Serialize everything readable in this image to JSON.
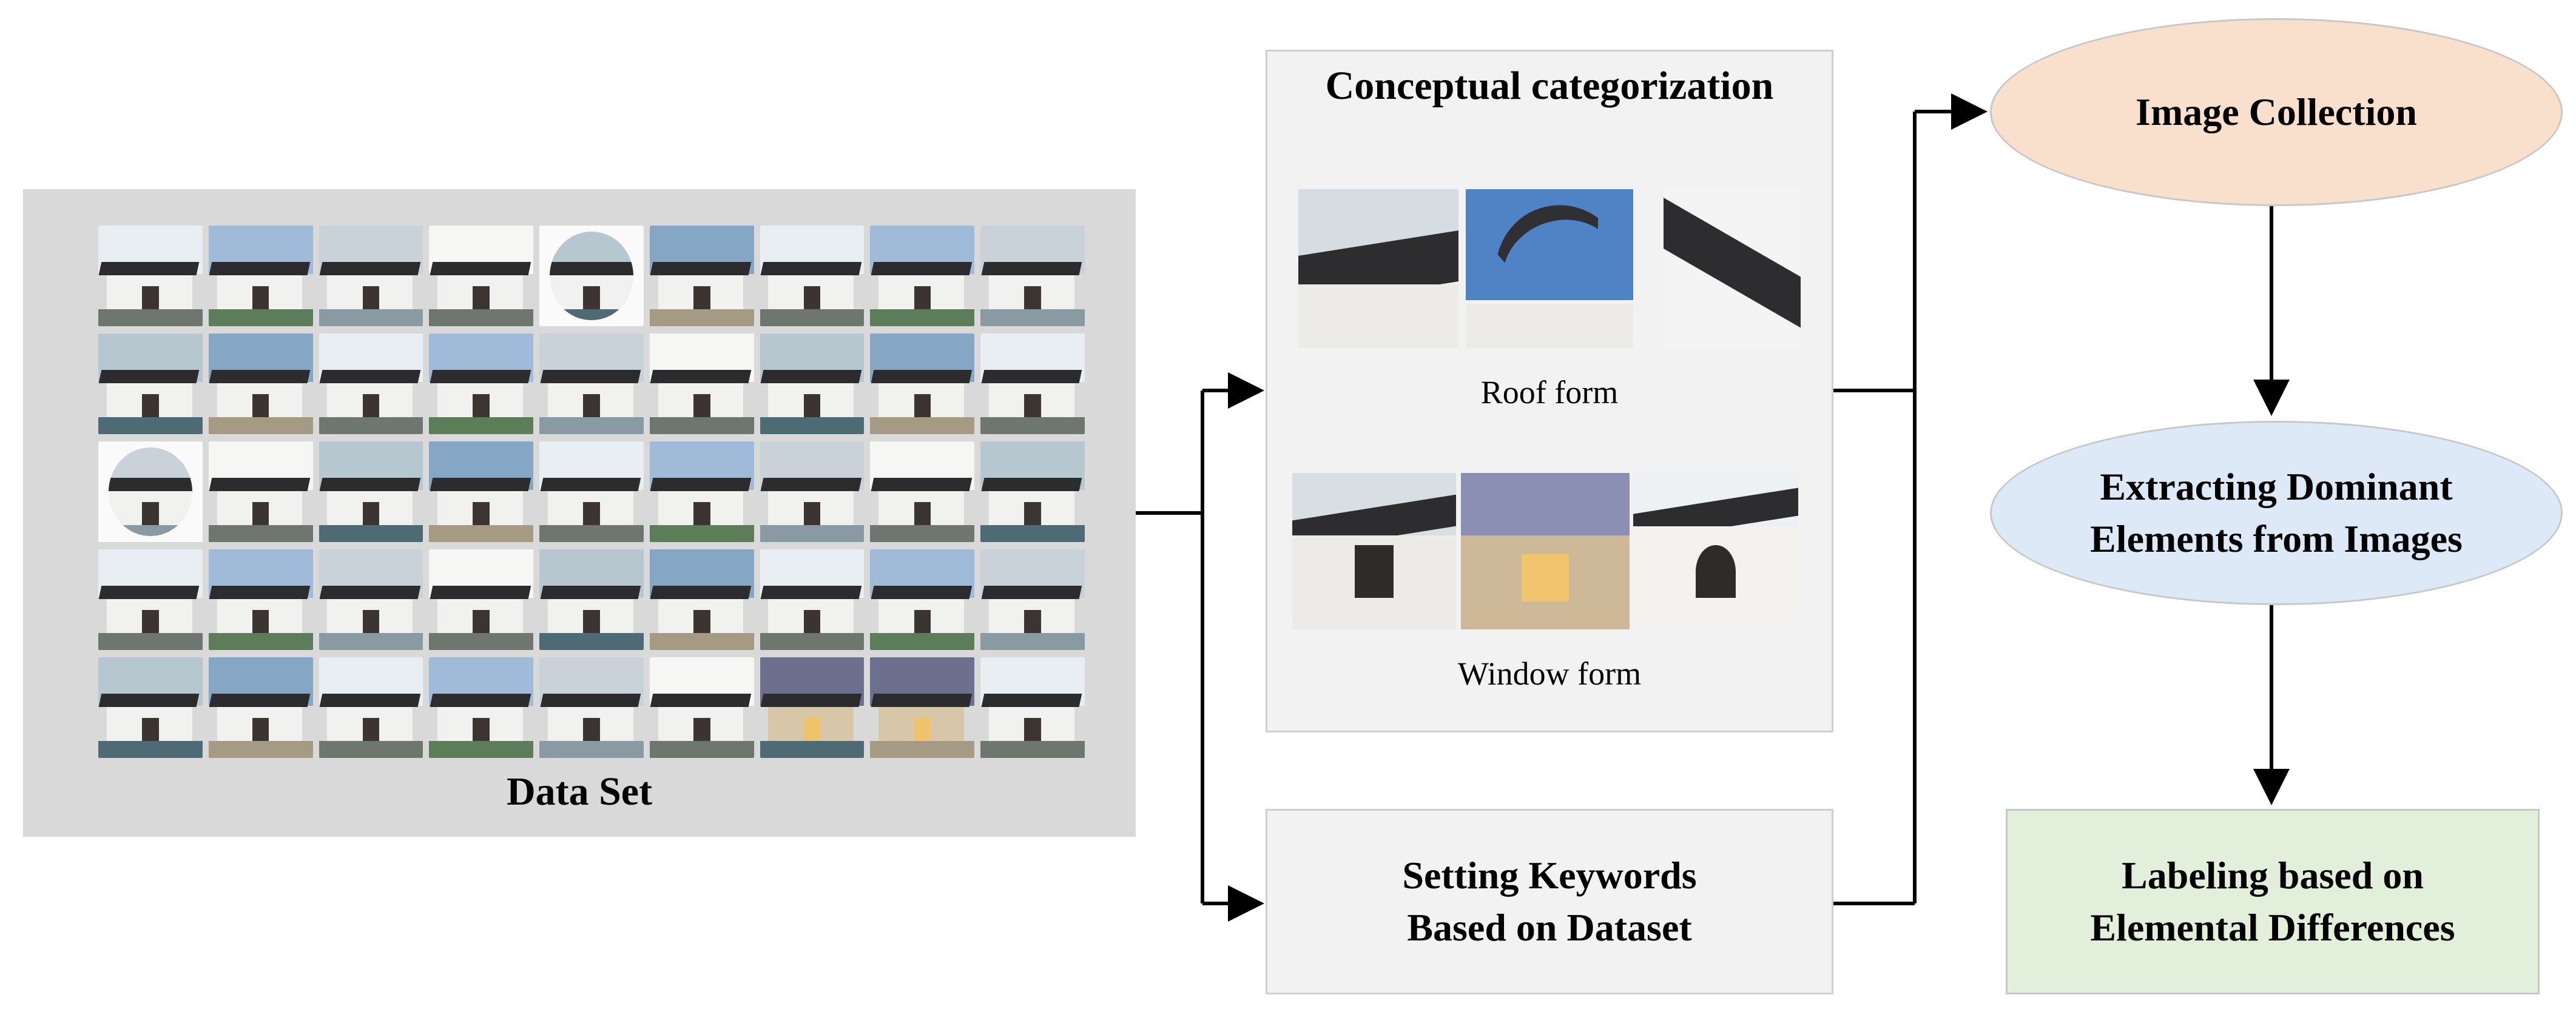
{
  "dataset": {
    "label": "Data Set"
  },
  "concept": {
    "title": "Conceptual categorization",
    "roof_label": "Roof form",
    "window_label": "Window form"
  },
  "keywords": {
    "line1": "Setting Keywords",
    "line2": "Based on Dataset"
  },
  "image_collection": {
    "label": "Image Collection"
  },
  "extracting": {
    "line1": "Extracting Dominant",
    "line2": "Elements from Images"
  },
  "labeling": {
    "line1": "Labeling based on",
    "line2": "Elemental Differences"
  },
  "colors": {
    "dataset_panel": "#d9d9d9",
    "concept_panel": "#f2f2f2",
    "image_collection_fill": "#f9e0cc",
    "extracting_fill": "#dde9f6",
    "labeling_fill": "#e2efda",
    "connector": "#000000"
  }
}
